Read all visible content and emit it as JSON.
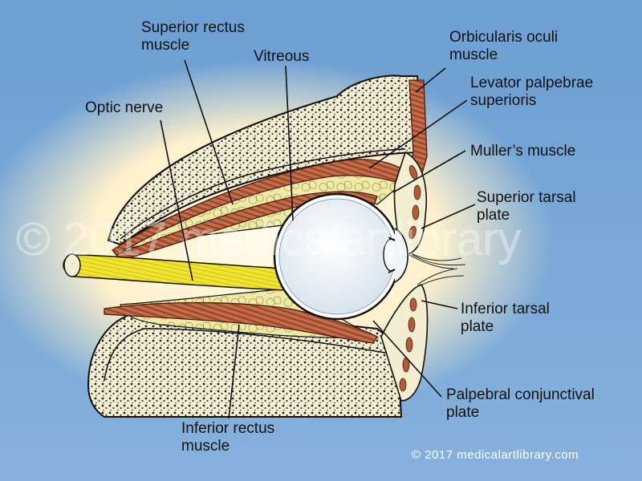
{
  "labels": {
    "superior_rectus": [
      "Superior rectus",
      "muscle"
    ],
    "vitreous": [
      "Vitreous"
    ],
    "optic_nerve": [
      "Optic nerve"
    ],
    "orbicularis": [
      "Orbicularis oculi",
      "muscle"
    ],
    "levator": [
      "Levator palpebrae",
      "superioris"
    ],
    "muller": [
      "Muller’s muscle"
    ],
    "superior_tarsal": [
      "Superior tarsal",
      "plate"
    ],
    "inferior_tarsal": [
      "Inferior tarsal",
      "plate"
    ],
    "palpebral": [
      "Palpebral conjunctival",
      "plate"
    ],
    "inferior_rectus": [
      "Inferior rectus",
      "muscle"
    ]
  },
  "watermark": "© 2017 medicalartlibrary",
  "copyright": "© 2017 medicalartlibrary.com",
  "colors": {
    "background_blue": "#7ba8d6",
    "glow_cream": "#fff4d2",
    "bone_cream": "#f1ecc8",
    "fat_yellow": "#eeeaa0",
    "muscle_red": "#b45a3c",
    "nerve_yellow": "#f1e531",
    "eyeball": "#e8f0f7"
  }
}
